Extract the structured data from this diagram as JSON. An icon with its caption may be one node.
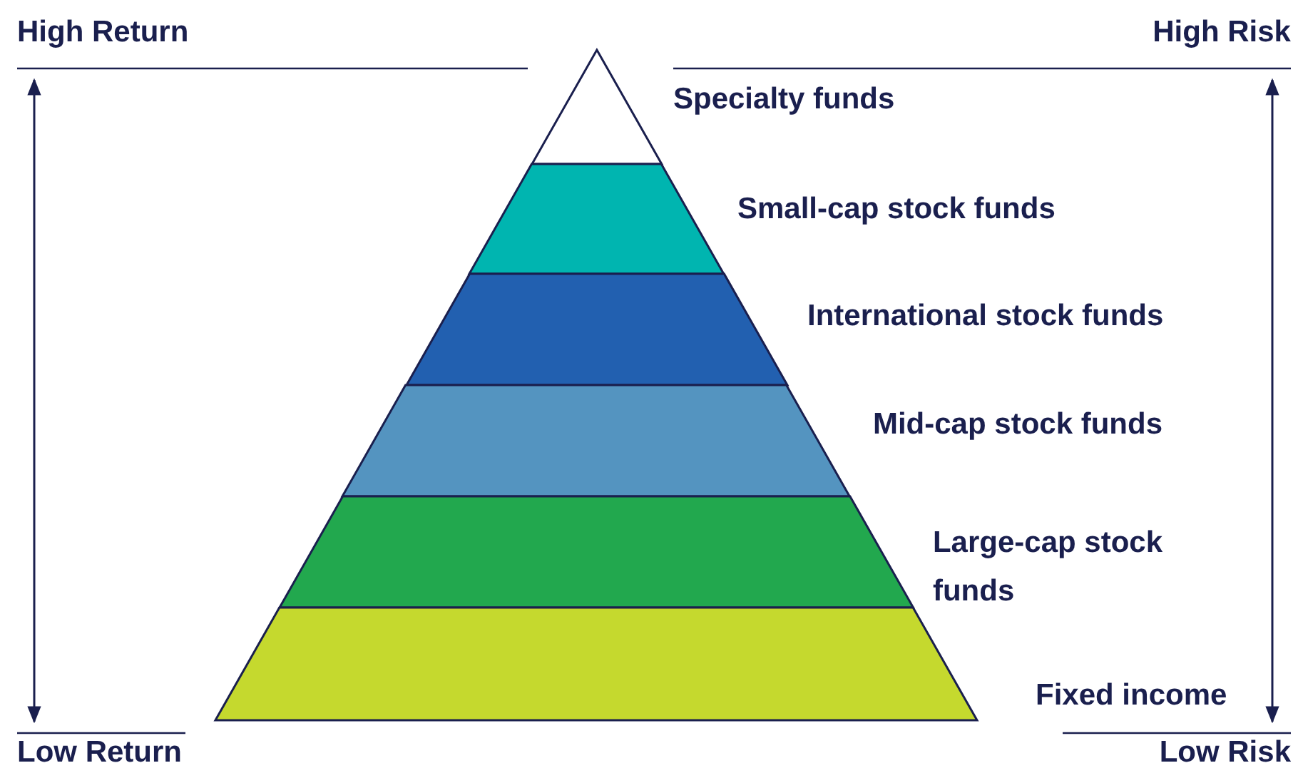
{
  "diagram": {
    "nodes": [
      {
        "text": [
          "Specialty funds"
        ]
      },
      {
        "text": [
          "Small-cap stock funds"
        ]
      },
      {
        "text": [
          "International stock funds"
        ]
      },
      {
        "text": [
          "Mid-cap stock funds"
        ]
      },
      {
        "text": [
          "Large-cap stock funds"
        ]
      },
      {
        "text": [
          "Fixed income"
        ]
      }
    ],
    "edges": [],
    "labels": [
      "High Return",
      "High Risk",
      "Low Return",
      "Low Risk"
    ]
  }
}
